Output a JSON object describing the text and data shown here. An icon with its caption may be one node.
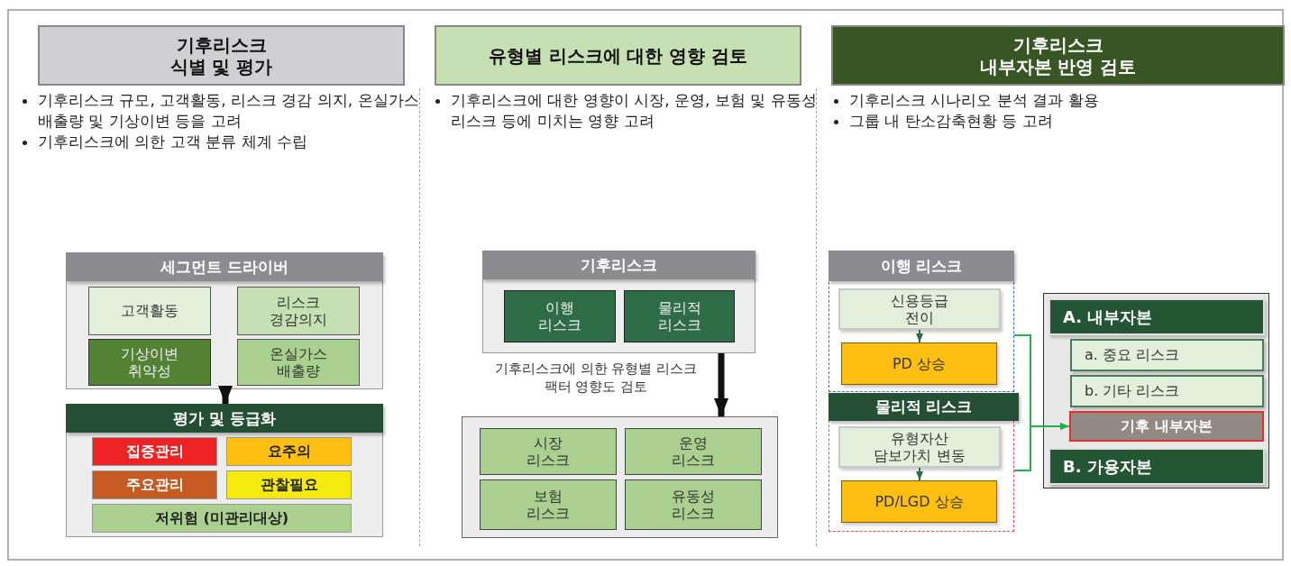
{
  "diagram": {
    "nodes": [
      {
        "text": [
          "기후리스크 식별 및 평가"
        ]
      },
      {
        "text": [
          "유형별 리스크에 대한 영향 검토"
        ]
      },
      {
        "text": [
          "기후리스크 내부자본 반영 검토"
        ]
      },
      {
        "text": [
          "세그먼트 드라이버"
        ]
      },
      {
        "text": [
          "고객활동"
        ],
        "in": 3
      },
      {
        "text": [
          "리스크 경감의지"
        ],
        "in": 3
      },
      {
        "text": [
          "기상이변 취약성"
        ],
        "in": 3
      },
      {
        "text": [
          "온실가스 배출량"
        ],
        "in": 3
      },
      {
        "text": [
          "평가 및 등급화"
        ]
      },
      {
        "text": [
          "집중관리"
        ],
        "in": 8
      },
      {
        "text": [
          "요주의"
        ],
        "in": 8
      },
      {
        "text": [
          "주요관리"
        ],
        "in": 8
      },
      {
        "text": [
          "관찰필요"
        ],
        "in": 8
      },
      {
        "text": [
          "저위험 (미관리대상)"
        ],
        "in": 8
      },
      {
        "text": [
          "기후리스크"
        ]
      },
      {
        "text": [
          "이행 리스크"
        ],
        "in": 14
      },
      {
        "text": [
          "물리적 리스크"
        ],
        "in": 14
      },
      {
        "text": [],
        "shape": "box"
      },
      {
        "text": [
          "시장 리스크"
        ],
        "in": 17
      },
      {
        "text": [
          "운영 리스크"
        ],
        "in": 17
      },
      {
        "text": [
          "보험 리스크"
        ],
        "in": 17
      },
      {
        "text": [
          "유동성 리스크"
        ],
        "in": 17
      },
      {
        "text": [
          "이행 리스크"
        ]
      },
      {
        "text": [
          "신용등급 전이"
        ],
        "in": 22
      },
      {
        "text": [
          "PD 상승"
        ],
        "in": 22
      },
      {
        "text": [
          "물리적 리스크"
        ]
      },
      {
        "text": [
          "유형자산 담보가치 변동"
        ],
        "in": 25
      },
      {
        "text": [
          "PD/LGD 상승"
        ],
        "in": 25
      },
      {
        "text": [],
        "shape": "box"
      },
      {
        "text": [
          "A. 내부자본"
        ],
        "in": 28
      },
      {
        "text": [
          "a. 중요 리스크"
        ],
        "in": 28
      },
      {
        "text": [
          "b. 기타 리스크"
        ],
        "in": 28
      },
      {
        "text": [
          "기후 내부자본"
        ],
        "in": 28
      },
      {
        "text": [
          "B. 가용자본"
        ],
        "in": 28
      }
    ],
    "edges": [
      {
        "from": 3,
        "to": 8,
        "arrow": "to",
        "style": "thick"
      },
      {
        "from": 14,
        "to": 17,
        "arrow": "to",
        "style": "thick",
        "label": "기후리스크에 의한 유형별 리스크팩터 영향도 검토"
      },
      {
        "from": 23,
        "to": 24,
        "arrow": "to",
        "color": "#2e6b47"
      },
      {
        "from": 26,
        "to": 27,
        "arrow": "to",
        "color": "#2e6b47"
      },
      {
        "from": 22,
        "to": 32,
        "arrow": "to",
        "color": "#22b14c"
      },
      {
        "from": 25,
        "to": 32,
        "arrow": "to",
        "color": "#22b14c"
      }
    ],
    "labels": [
      "기후리스크 규모, 고객활동, 리스크 경감 의지, 온실가스 배출량 및 기상이변 등을 고려",
      "기후리스크에 의한 고객 분류 체계 수립",
      "기후리스크에 대한 영향이 시장, 운영, 보험 및 유동성 리스크 등에 미치는 영향 고려",
      "기후리스크 시나리오 분석 결과 활용",
      "그룹 내 탄소감축현황 등 고려"
    ]
  }
}
